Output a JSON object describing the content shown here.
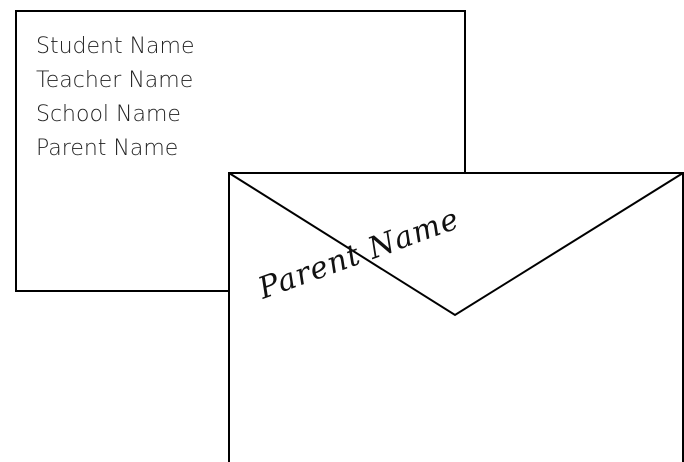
{
  "card": {
    "lines": [
      "Student Name",
      "Teacher Name",
      "School Name",
      "Parent Name"
    ]
  },
  "envelope": {
    "recipient_handwritten": "Parent Name"
  },
  "colors": {
    "outline": "#000000",
    "background": "#ffffff",
    "text": "#222222"
  }
}
